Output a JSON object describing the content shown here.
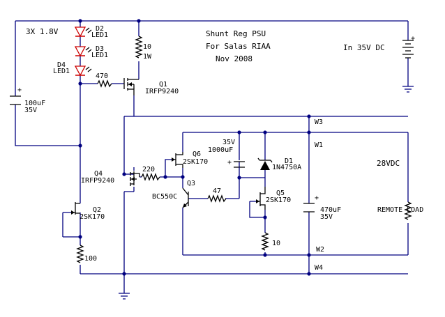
{
  "title": {
    "line1": "Shunt Reg PSU",
    "line2": "For Salas RIAA",
    "line3": "Nov 2008"
  },
  "input_label": "In 35V DC",
  "output_label": "28VDC",
  "leds": {
    "note": "3X 1.8V",
    "items": [
      {
        "ref": "D2",
        "type": "LED1"
      },
      {
        "ref": "D3",
        "type": "LED1"
      },
      {
        "ref": "D4",
        "type": "LED1"
      }
    ]
  },
  "components": {
    "c_in": {
      "value": "100uF",
      "voltage": "35V",
      "plus": "+"
    },
    "r_10w": {
      "value": "10",
      "power": "1W"
    },
    "r_470": {
      "value": "470"
    },
    "q1": {
      "ref": "Q1",
      "part": "IRFP9240"
    },
    "q2": {
      "ref": "Q2",
      "part": "2SK170"
    },
    "r_100": {
      "value": "100"
    },
    "q4": {
      "ref": "Q4",
      "part": "IRFP9240"
    },
    "r_220": {
      "value": "220"
    },
    "q6": {
      "ref": "Q6",
      "part": "2SK170"
    },
    "c_1000": {
      "voltage": "35V",
      "value": "1000uF",
      "plus": "+"
    },
    "d1": {
      "ref": "D1",
      "part": "1N4750A"
    },
    "q3": {
      "ref": "Q3",
      "part": "BC550C"
    },
    "r_47": {
      "value": "47"
    },
    "q5": {
      "ref": "Q5",
      "part": "2SK170"
    },
    "r_10": {
      "value": "10"
    },
    "c_470": {
      "value": "470uF",
      "voltage": "35V",
      "plus": "+"
    },
    "load": {
      "label": "REMOTE LOAD"
    }
  },
  "wires": {
    "w1": "W1",
    "w2": "W2",
    "w3": "W3",
    "w4": "W4"
  },
  "battery": {
    "plus": "+"
  }
}
